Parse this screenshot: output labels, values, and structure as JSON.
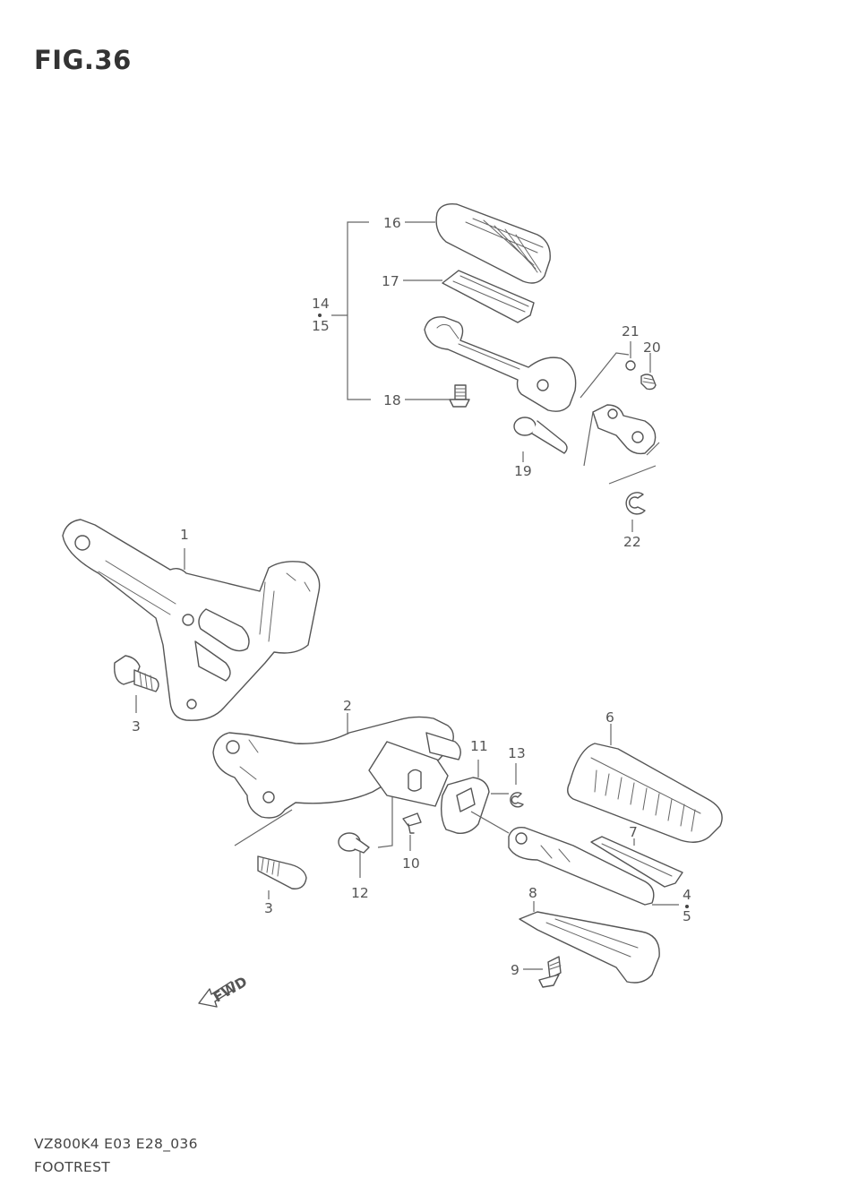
{
  "figure": {
    "title": "FIG.36",
    "code": "VZ800K4 E03 E28_036",
    "name": "FOOTREST",
    "fwd_label": "FWD"
  },
  "callouts": {
    "c1": "1",
    "c2": "2",
    "c3a": "3",
    "c3b": "3",
    "c4": "4",
    "c5": "5",
    "c6": "6",
    "c7": "7",
    "c8": "8",
    "c9": "9",
    "c10": "10",
    "c11": "11",
    "c12": "12",
    "c13": "13",
    "c14": "14",
    "c15": "15",
    "c16": "16",
    "c17": "17",
    "c18": "18",
    "c19": "19",
    "c20": "20",
    "c21": "21",
    "c22": "22"
  }
}
